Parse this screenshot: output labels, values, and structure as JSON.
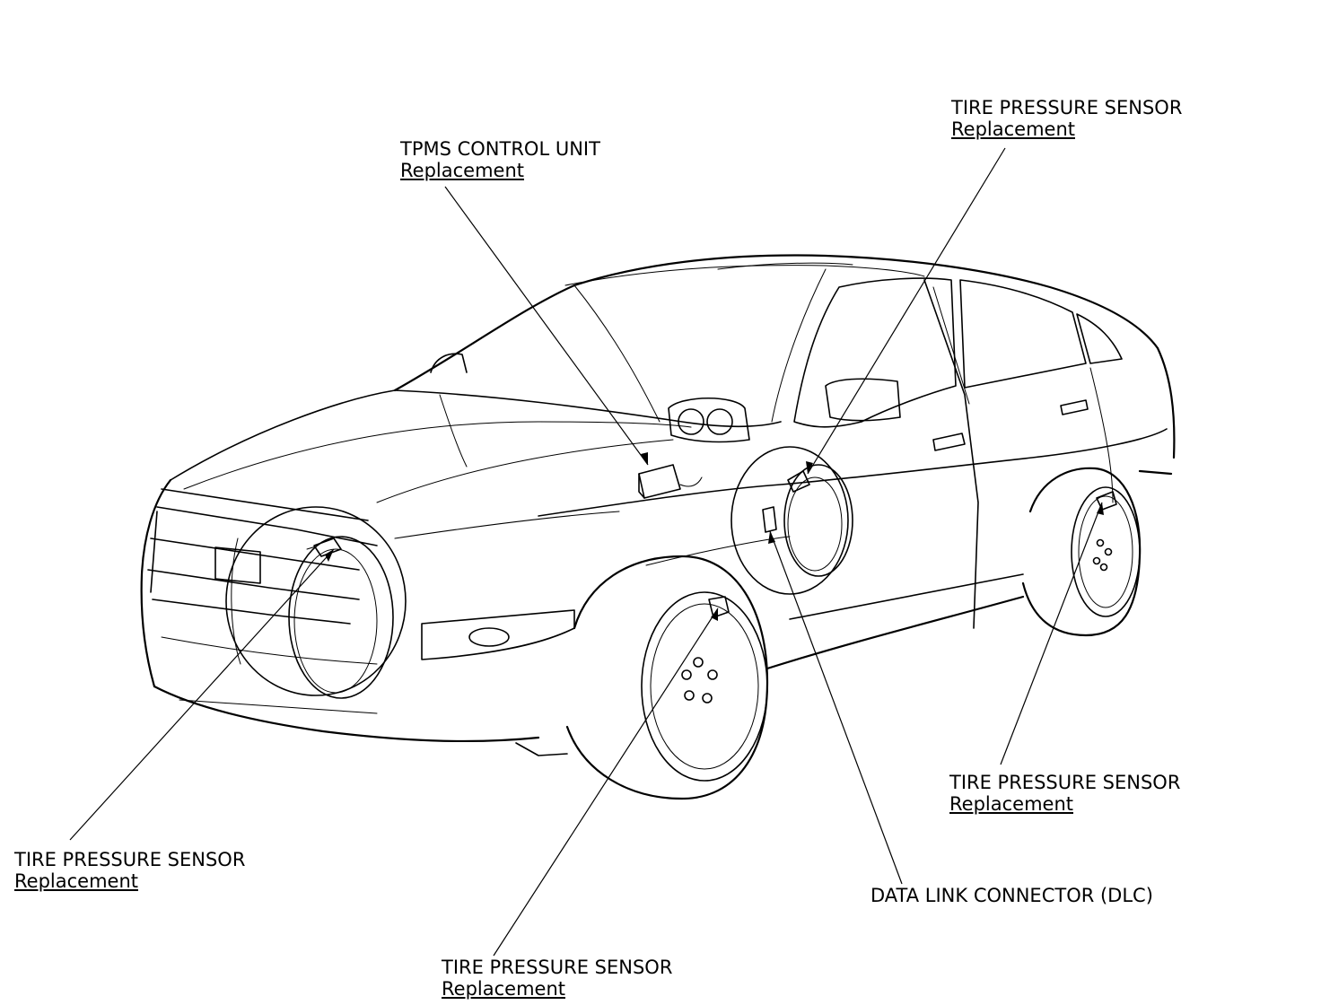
{
  "callouts": {
    "tpms_unit": {
      "title": "TPMS CONTROL UNIT",
      "link": "Replacement"
    },
    "sensor_rear_right": {
      "title": "TIRE PRESSURE SENSOR",
      "link": "Replacement"
    },
    "sensor_front_left": {
      "title": "TIRE PRESSURE SENSOR",
      "link": "Replacement"
    },
    "sensor_rear_left": {
      "title": "TIRE PRESSURE SENSOR",
      "link": "Replacement"
    },
    "sensor_front_right": {
      "title": "TIRE PRESSURE SENSOR",
      "link": "Replacement"
    },
    "dlc": {
      "title": "DATA LINK CONNECTOR (DLC)"
    }
  },
  "colors": {
    "line": "#000000",
    "background": "#ffffff"
  }
}
